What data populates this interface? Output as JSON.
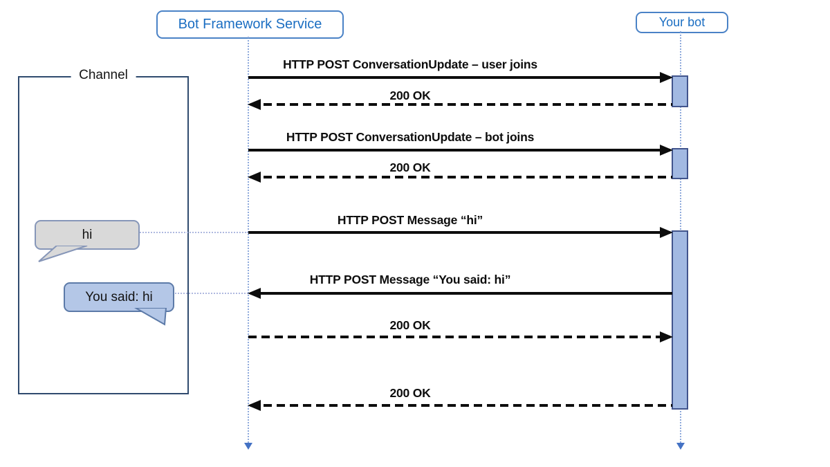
{
  "diagram": {
    "type": "sequence-diagram",
    "actors": [
      {
        "id": "bot-framework-service",
        "label": "Bot Framework Service"
      },
      {
        "id": "your-bot",
        "label": "Your bot"
      }
    ],
    "channel": {
      "label": "Channel",
      "bubbles": [
        {
          "from": "user",
          "text": "hi"
        },
        {
          "from": "bot",
          "text": "You said: hi"
        }
      ]
    },
    "messages": [
      {
        "label": "HTTP POST ConversationUpdate – user joins",
        "line": "solid",
        "direction": "right"
      },
      {
        "label": "200 OK",
        "line": "dashed",
        "direction": "left"
      },
      {
        "label": "HTTP POST ConversationUpdate – bot joins",
        "line": "solid",
        "direction": "right"
      },
      {
        "label": "200 OK",
        "line": "dashed",
        "direction": "left"
      },
      {
        "label": "HTTP POST Message “hi”",
        "line": "solid",
        "direction": "right"
      },
      {
        "label": "HTTP POST Message “You said: hi”",
        "line": "solid",
        "direction": "left"
      },
      {
        "label": "200 OK",
        "line": "dashed",
        "direction": "right"
      },
      {
        "label": "200 OK",
        "line": "dashed",
        "direction": "left"
      }
    ],
    "colors": {
      "actor_text": "#1b6ec2",
      "actor_border": "#4a82c6",
      "lifeline": "#8faadc",
      "lifeline_arrow": "#4472c4",
      "activation_fill": "#a2b9e2",
      "activation_border": "#41548c",
      "channel_border": "#2f4a6e",
      "bubble_user_fill": "#d9d9d9",
      "bubble_user_border": "#8696b8",
      "bubble_bot_fill": "#b4c7e7",
      "bubble_bot_border": "#5c7aa8",
      "message_text": "#0d0d0d",
      "bubble_connector": "#aeb8df"
    }
  }
}
